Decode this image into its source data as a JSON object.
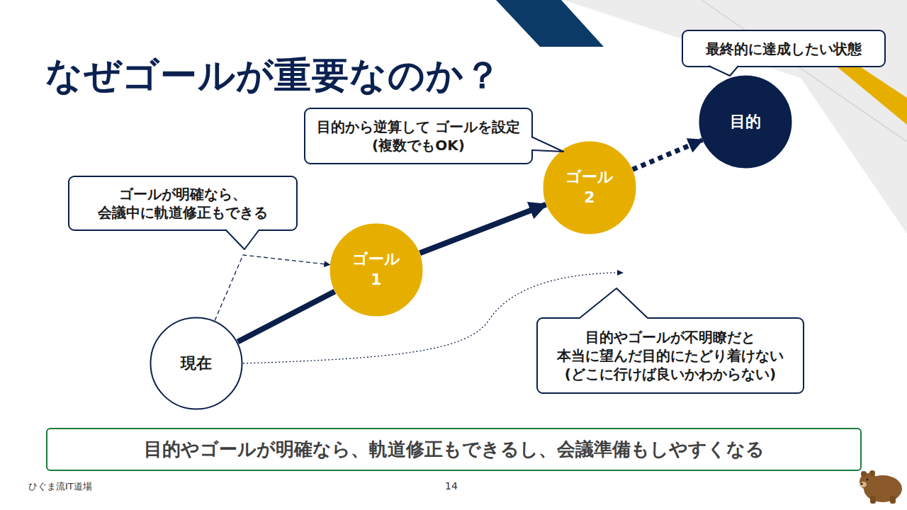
{
  "diagram": {
    "title": "なぜゴールが重要なのか？",
    "nodes": [
      {
        "text": [
          "最終的に達成したい状態"
        ]
      },
      {
        "text": [
          "目的から逆算して ゴールを設定(複数でもOK)"
        ]
      },
      {
        "text": [
          "目的"
        ]
      },
      {
        "text": [
          "ゴール 2"
        ]
      },
      {
        "text": [
          "ゴールが明確なら、 会議中に軌道修正もできる"
        ]
      },
      {
        "text": [
          "ゴール 1"
        ]
      },
      {
        "text": [
          "目的やゴールが不明瞭だと 本当に望んだ目的にたどり着けない (どこに行けば良いかわからない)"
        ]
      },
      {
        "text": [
          "現在"
        ]
      },
      {
        "text": [
          "目的やゴールが明確なら、軌道修正もできるし、会議準備もしやすくなる"
        ]
      }
    ],
    "edges": [
      {
        "from": 7,
        "to": 5,
        "arrow": "none"
      },
      {
        "from": 5,
        "to": 3,
        "arrow": "to"
      },
      {
        "from": 3,
        "to": 2,
        "arrow": "to"
      },
      {
        "from": 7,
        "to": 5,
        "arrow": "to"
      }
    ],
    "labels": [
      "ひぐま流IT道場",
      "14"
    ]
  }
}
